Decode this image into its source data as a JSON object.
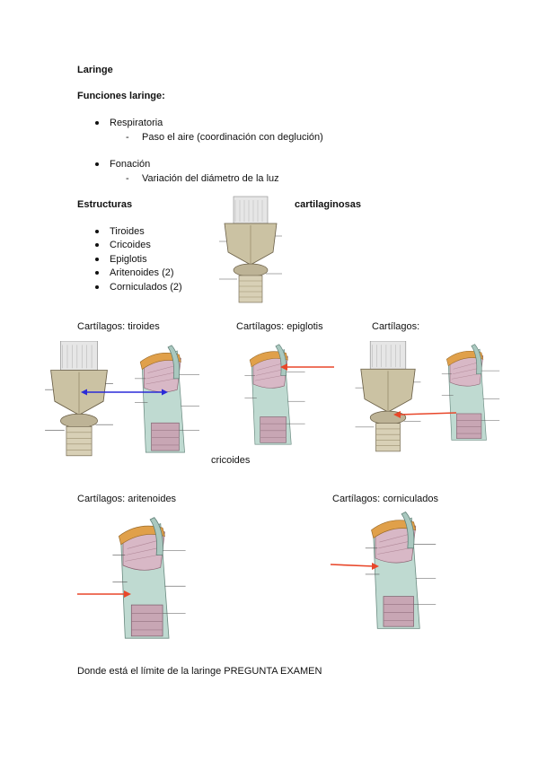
{
  "title": "Laringe",
  "funciones": {
    "heading": "Funciones laringe:",
    "items": [
      {
        "label": "Respiratoria",
        "sub": "Paso el aire (coordinación con deglución)"
      },
      {
        "label": "Fonación",
        "sub": "Variación del diámetro de la luz"
      }
    ]
  },
  "estructuras": {
    "heading_left": "Estructuras",
    "heading_right": "cartilaginosas",
    "items": [
      "Tiroides",
      "Cricoides",
      "Epiglotis",
      "Aritenoides (2)",
      "Corniculados (2)"
    ]
  },
  "captions": {
    "tiroides": "Cartílagos: tiroides",
    "epiglotis": "Cartílagos: epiglotis",
    "cricoides_a": "Cartílagos:",
    "cricoides_b": "cricoides",
    "aritenoides": "Cartílagos: aritenoides",
    "corniculados": "Cartílagos: corniculados"
  },
  "footer": "Donde está el límite de la laringe PREGUNTA EXAMEN",
  "colors": {
    "arrow_red": "#e8472a",
    "arrow_blue": "#2a2ad8",
    "cartilage": "#cbc2a3",
    "pink": "#c8a6b4",
    "orange": "#e0a04a",
    "teal": "#a9c8bf"
  }
}
